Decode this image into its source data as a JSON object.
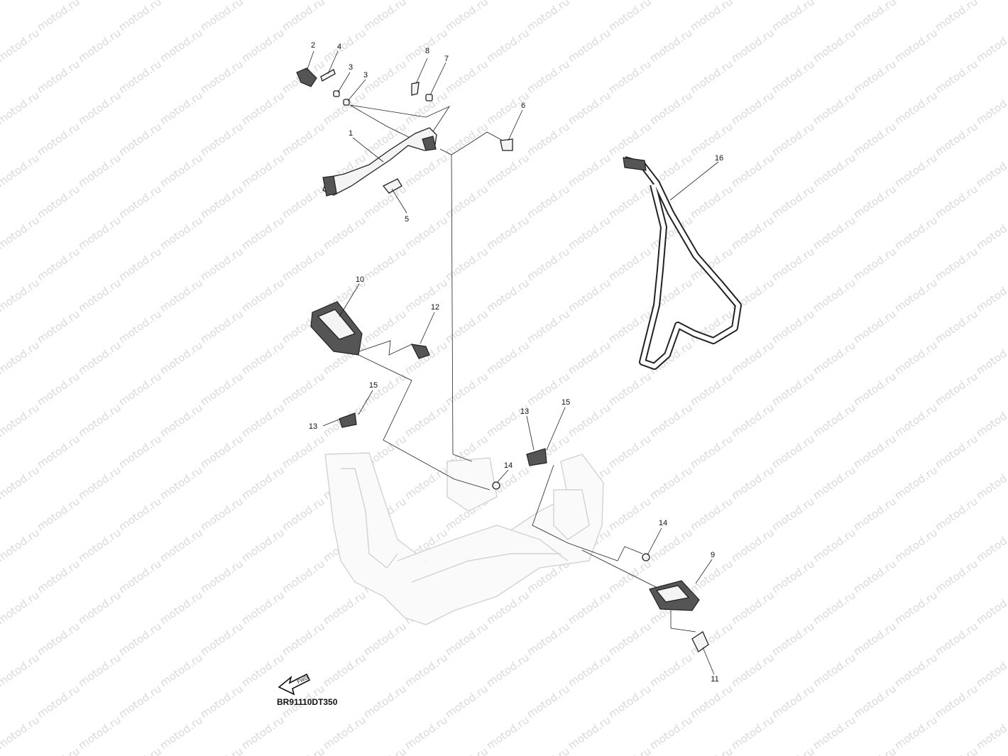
{
  "diagram": {
    "diagram_code": "BR91110DT350",
    "watermark_text": "motod.ru",
    "fwd_label": "FWD",
    "callouts": [
      {
        "id": "c1",
        "label": "1"
      },
      {
        "id": "c2",
        "label": "2"
      },
      {
        "id": "c3a",
        "label": "3"
      },
      {
        "id": "c3b",
        "label": "3"
      },
      {
        "id": "c4",
        "label": "4"
      },
      {
        "id": "c5",
        "label": "5"
      },
      {
        "id": "c6",
        "label": "6"
      },
      {
        "id": "c7",
        "label": "7"
      },
      {
        "id": "c8",
        "label": "8"
      },
      {
        "id": "c9",
        "label": "9"
      },
      {
        "id": "c10",
        "label": "10"
      },
      {
        "id": "c11",
        "label": "11"
      },
      {
        "id": "c12",
        "label": "12"
      },
      {
        "id": "c13a",
        "label": "13"
      },
      {
        "id": "c13b",
        "label": "13"
      },
      {
        "id": "c14a",
        "label": "14"
      },
      {
        "id": "c14b",
        "label": "14"
      },
      {
        "id": "c15a",
        "label": "15"
      },
      {
        "id": "c15b",
        "label": "15"
      },
      {
        "id": "c16",
        "label": "16"
      }
    ]
  }
}
